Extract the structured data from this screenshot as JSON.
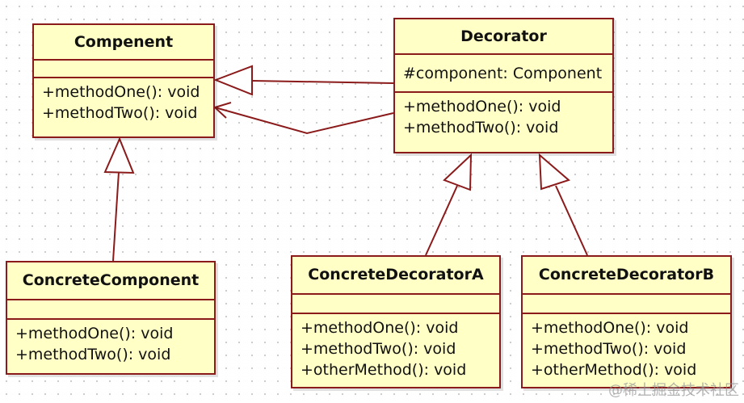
{
  "classes": {
    "compenent": {
      "name": "Compenent",
      "operations": [
        "+methodOne(): void",
        "+methodTwo(): void"
      ]
    },
    "decorator": {
      "name": "Decorator",
      "attributes": [
        "#component: Component"
      ],
      "operations": [
        "+methodOne(): void",
        "+methodTwo(): void"
      ]
    },
    "concrete_component": {
      "name": "ConcreteComponent",
      "operations": [
        "+methodOne(): void",
        "+methodTwo(): void"
      ]
    },
    "concrete_decorator_a": {
      "name": "ConcreteDecoratorA",
      "operations": [
        "+methodOne(): void",
        "+methodTwo(): void",
        "+otherMethod(): void"
      ]
    },
    "concrete_decorator_b": {
      "name": "ConcreteDecoratorB",
      "operations": [
        "+methodOne(): void",
        "+methodTwo(): void",
        "+otherMethod(): void"
      ]
    }
  },
  "watermark": "@稀土掘金技术社区",
  "colors": {
    "box_fill": "#ffffc6",
    "line": "#8b1a1a"
  }
}
